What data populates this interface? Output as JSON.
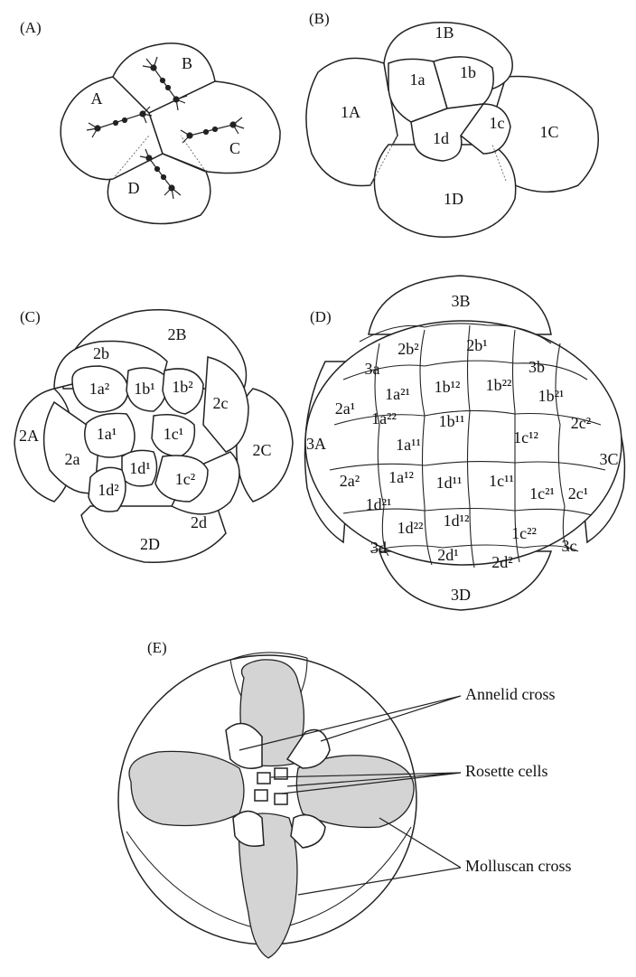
{
  "panel_labels": [
    "(A)",
    "(B)",
    "(C)",
    "(D)",
    "(E)"
  ],
  "cells": {
    "a": [
      "A",
      "B",
      "C",
      "D"
    ],
    "b": [
      "1B",
      "1A",
      "1C",
      "1D",
      "1a",
      "1b",
      "1c",
      "1d"
    ],
    "c": [
      "2B",
      "2b",
      "2A",
      "2a",
      "2C",
      "2c",
      "2D",
      "2d",
      "1a²",
      "1b¹",
      "1b²",
      "1a¹",
      "1c¹",
      "1d¹",
      "1c²",
      "1d²"
    ],
    "d": [
      "3B",
      "2b²",
      "2b¹",
      "3a",
      "3b",
      "1b¹²",
      "1b²²",
      "1a²¹",
      "1b²¹",
      "2a¹",
      "1a²²",
      "2c²",
      "1b¹¹",
      "1a¹¹",
      "1c¹²",
      "3A",
      "3C",
      "2a²",
      "1a¹²",
      "1d¹¹",
      "1c¹¹",
      "1c²¹",
      "2c¹",
      "1d²¹",
      "1d²²",
      "1d¹²",
      "1c²²",
      "3d",
      "3c",
      "2d¹",
      "2d²",
      "3D"
    ]
  },
  "callouts": [
    "Annelid cross",
    "Rosette cells",
    "Molluscan cross"
  ]
}
